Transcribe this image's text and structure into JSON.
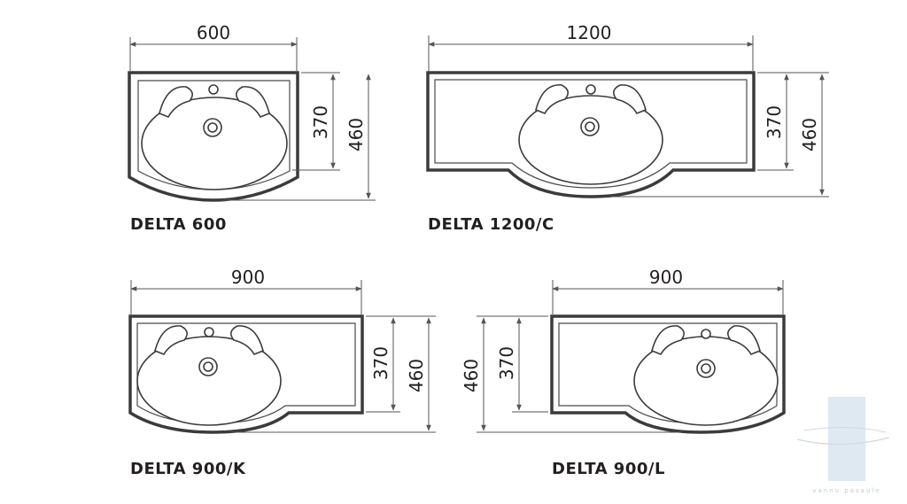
{
  "drawings": [
    {
      "id": "delta-600",
      "label": "DELTA 600",
      "width": "600",
      "inner_depth": "370",
      "depth": "460"
    },
    {
      "id": "delta-1200c",
      "label": "DELTA 1200/C",
      "width": "1200",
      "inner_depth": "370",
      "depth": "460"
    },
    {
      "id": "delta-900k",
      "label": "DELTA 900/K",
      "width": "900",
      "inner_depth": "370",
      "depth": "460"
    },
    {
      "id": "delta-900l",
      "label": "DELTA 900/L",
      "width": "900",
      "inner_depth": "370",
      "depth": "460"
    }
  ],
  "watermark": {
    "text": "vannu pasaule",
    "colors": {
      "bar": "#dbe7f1",
      "line": "#c8d6e2"
    }
  }
}
